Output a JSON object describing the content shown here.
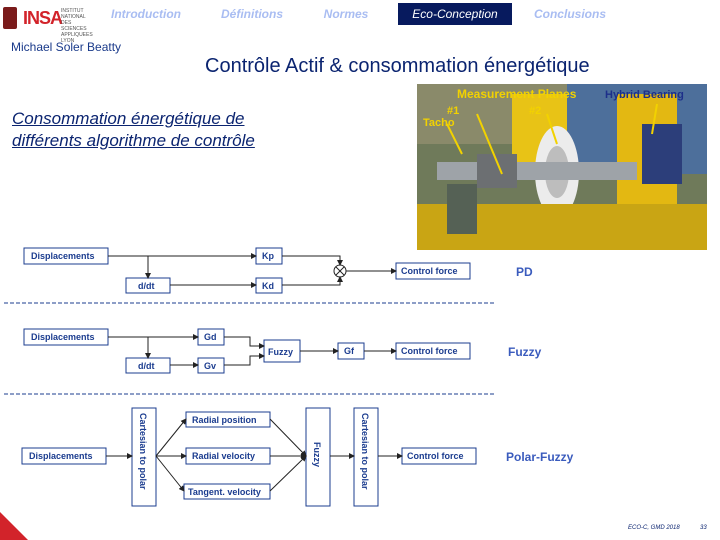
{
  "logo": {
    "brand": "INSA",
    "sub": "INSTITUT NATIONAL DES SCIENCES APPLIQUEES LYON"
  },
  "nav": {
    "tabs": [
      {
        "label": "Introduction"
      },
      {
        "label": "Définitions"
      },
      {
        "label": "Normes"
      },
      {
        "label": "Eco-Conception"
      },
      {
        "label": "Conclusions"
      }
    ]
  },
  "author": "Michael Soler Beatty",
  "title": "Contrôle Actif & consommation énergétique",
  "subtitle": {
    "line1": "Consommation énergétique de",
    "line2": "différents algorithme de contrôle"
  },
  "photo": {
    "label_planes": "Measurement Planes",
    "label_1": "#1",
    "label_2": "#2",
    "label_tacho": "Tacho",
    "label_bearing": "Hybrid Bearing"
  },
  "diagram": {
    "pd": {
      "displacements": "Displacements",
      "ddt": "d/dt",
      "kp": "Kp",
      "kd": "Kd",
      "control_force": "Control force",
      "label": "PD"
    },
    "fuzzy": {
      "displacements": "Displacements",
      "ddt": "d/dt",
      "gd": "Gd",
      "gv": "Gv",
      "fuzzy": "Fuzzy",
      "gf": "Gf",
      "control_force": "Control force",
      "label": "Fuzzy"
    },
    "polar": {
      "displacements": "Displacements",
      "cart_to_polar": "Cartesian to polar",
      "radial_position": "Radial position",
      "radial_velocity": "Radial velocity",
      "tangent_velocity": "Tangent. velocity",
      "fuzzy": "Fuzzy",
      "cart_to_polar2": "Cartesian to polar",
      "control_force": "Control force",
      "label": "Polar-Fuzzy"
    }
  },
  "footer": {
    "text": "ECO-C, GMD 2018",
    "page": "33"
  }
}
